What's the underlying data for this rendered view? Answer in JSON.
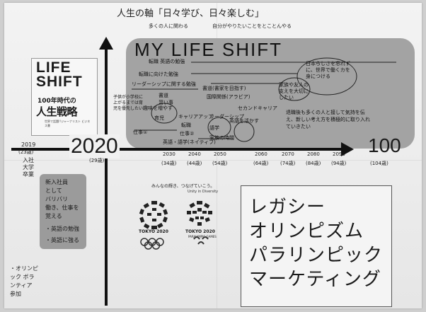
{
  "motto": {
    "main": "人生の軸「日々学び、日々楽しむ」",
    "sub1": "多くの人に関わる",
    "sub2": "自分がやりたいことをとことんやる"
  },
  "book": {
    "title_line1": "LIFE",
    "title_line2": "SHIFT",
    "subtitle_line1": "100年時代の",
    "subtitle_line2": "人生戦略",
    "cover_text": "世界で話題!!ジャーナリスト ビジネス書 "
  },
  "shift": {
    "title": "MY LIFE SHIFT",
    "notes": [
      "転職 英語の勉強",
      "転職に向けた勉強",
      "リーダーシップに関する勉強",
      "子供が小学校に上がるまでは育児を優先したい",
      "書道",
      "習い事",
      "書道(書家を目指す)",
      "国際関係(アラビア)",
      "キャリアアップ",
      "リーダーシップ",
      "セカンドキャリア",
      "転職",
      "仕事①",
      "仕事②",
      "英語・語学(ネイティブ)",
      "語学",
      "英語を活かす",
      "家族の時間",
      "育児",
      "趣味を増やす",
      "日本らしさを忘れずに、世界で働くカを身につける",
      "退職後も多くの人と接して気持を伝え、新しい考え方を積極的に取り入れていきたい",
      "家族や友人の支えを大切にしたい"
    ]
  },
  "timeline": {
    "start_year": "2020",
    "end_label": "100",
    "end_age": "(104歳)",
    "year_2019": "2019",
    "age_2019": "(23歳)",
    "join_text": "入社 大学卒業",
    "age_29": "(29歳)",
    "ticks": [
      {
        "year": "2030",
        "age": "(34歳)"
      },
      {
        "year": "2040",
        "age": "(44歳)"
      },
      {
        "year": "2050",
        "age": "(54歳)"
      },
      {
        "year": "2060",
        "age": "(64歳)"
      },
      {
        "year": "2070",
        "age": "(74歳)"
      },
      {
        "year": "2080",
        "age": "(84歳)"
      },
      {
        "year": "2090",
        "age": "(94歳)"
      }
    ]
  },
  "early_card": {
    "lines": [
      "新入社員",
      "として",
      "バリバリ",
      "働き、仕事を",
      "覚える",
      "・英語の勉強",
      "・英語に強る"
    ]
  },
  "olympic_note": "・オリンピック ボランティア 参加",
  "emblems": {
    "tagline": "みんなの輝き、つなげていこう。",
    "sub": "Unity in Diversity",
    "olympic_label": "TOKYO 2020",
    "paralympic_label": "TOKYO 2020",
    "paralympic_sub": "PARALYMPIC GAMES"
  },
  "legacy": {
    "lines": [
      "レガシー",
      "オリンピズム",
      "パラリンピック",
      "マーケティング"
    ]
  }
}
